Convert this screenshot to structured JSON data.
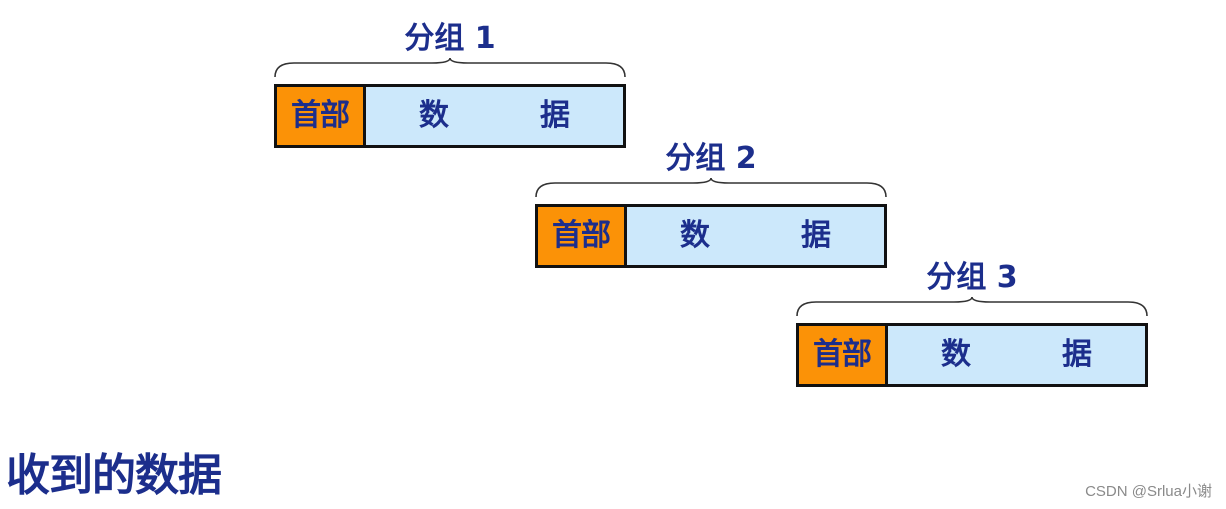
{
  "groups": [
    {
      "label": "分组 1",
      "header": "首部",
      "data_chars": [
        "数",
        "据"
      ]
    },
    {
      "label": "分组 2",
      "header": "首部",
      "data_chars": [
        "数",
        "据"
      ]
    },
    {
      "label": "分组 3",
      "header": "首部",
      "data_chars": [
        "数",
        "据"
      ]
    }
  ],
  "caption": "收到的数据",
  "watermark": "CSDN @Srlua小谢",
  "colors": {
    "header_fill": "#fb9207",
    "data_fill": "#cce8fb",
    "text": "#1c2e8c",
    "border": "#111111"
  }
}
